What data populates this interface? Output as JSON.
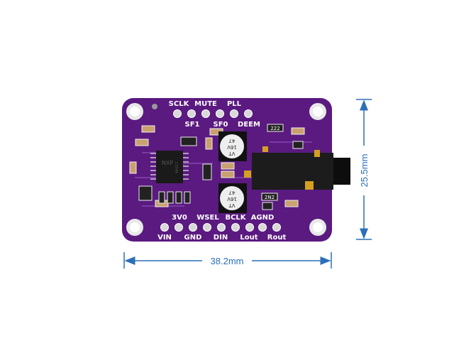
{
  "board": {
    "top_pins": [
      "SCLK",
      "MUTE",
      "PLL"
    ],
    "top_pins_row2": [
      "SF1",
      "SF0",
      "DEEM"
    ],
    "bottom_pins_row1": [
      "3V0",
      "WSEL",
      "BCLK",
      "AGND"
    ],
    "bottom_pins_row2": [
      "VIN",
      "GND",
      "DIN",
      "Lout",
      "Rout"
    ],
    "chip_marking": [
      "NXP",
      "1334A"
    ],
    "capacitor_marking": [
      "47",
      "16V",
      "VT"
    ],
    "resistor_marking": [
      "222",
      "2N2"
    ]
  },
  "dimensions": {
    "width": "38.2mm",
    "height": "25.5mm"
  },
  "colors": {
    "pcb": "#5a1a80",
    "dimension": "#2b6fb8"
  }
}
